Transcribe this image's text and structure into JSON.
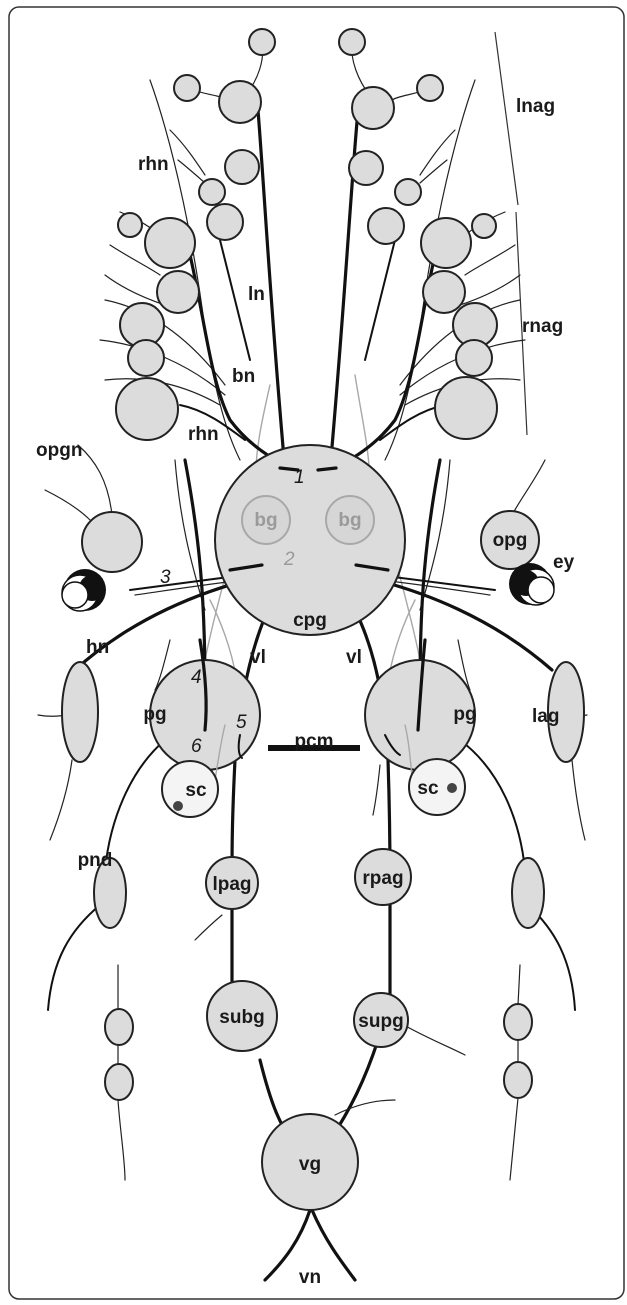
{
  "diagram": {
    "ganglia": {
      "cerebropleural": "cpg",
      "buccal_left": "bg",
      "buccal_right": "bg",
      "optic": "opg",
      "pedal_left": "pg",
      "pedal_right": "pg",
      "statocyst_left": "sc",
      "statocyst_right": "sc",
      "left_parietal": "lpag",
      "right_parietal": "rpag",
      "subesophageal": "subg",
      "supraesophageal": "supg",
      "visceral": "vg"
    },
    "nerves": {
      "labial": "ln",
      "buccal": "bn",
      "rhinophoral_upper": "rhn",
      "rhinophoral_lower": "rhn",
      "optic": "opgn",
      "head": "hn",
      "visceral_loop_left": "vl",
      "visceral_loop_right": "vl",
      "pedal_commissure": "pcm",
      "pedal": "pnd",
      "visceral": "vn"
    },
    "regions": {
      "labial": "lnag",
      "rhinophoral": "rnag",
      "lateral": "lag",
      "eye": "ey"
    },
    "numbers": [
      "1",
      "2",
      "3",
      "4",
      "5",
      "6"
    ]
  }
}
